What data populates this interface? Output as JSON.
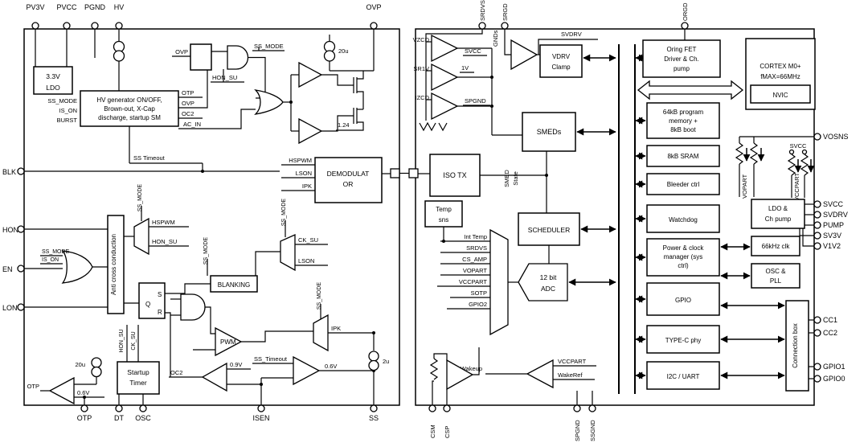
{
  "colors": {
    "line": "#000000",
    "background": "#ffffff"
  },
  "left": {
    "pins": {
      "pv3v": "PV3V",
      "pvcc": "PVCC",
      "pgnd": "PGND",
      "hv": "HV",
      "ovp": "OVP",
      "blk": "BLK",
      "hon": "HON",
      "en": "EN",
      "lon": "LON",
      "otp": "OTP",
      "dt": "DT",
      "osc": "OSC",
      "isen": "ISEN",
      "ss": "SS"
    },
    "blocks": {
      "ldo_l1": "3.3V",
      "ldo_l2": "LDO",
      "hvgen_l1": "HV generator ON/OFF,",
      "hvgen_l2": "Brown-out, X-Cap",
      "hvgen_l3": "discharge, startup SM",
      "anti": "Anti cross conduction",
      "blanking": "BLANKING",
      "demod_l1": "DEMODULAT",
      "demod_l2": "OR",
      "startup_l1": "Startup",
      "startup_l2": "Timer"
    },
    "signals": {
      "ss_mode": "SS_MODE",
      "is_on": "IS_ON",
      "burst": "BURST",
      "otp": "OTP",
      "ovp": "OVP",
      "oc2": "OC2",
      "ac_in": "AC_IN",
      "ss_timeout_sp": "SS Timeout",
      "ss_timeout": "SS_Timeout",
      "hon_su": "HON_SU",
      "hspwm": "HSPWM",
      "lson": "LSON",
      "ipk": "IPK",
      "ck_su": "CK_SU",
      "pwm": "PWM",
      "q": "Q",
      "s": "S",
      "r": "R"
    },
    "values": {
      "i20u": "20u",
      "i2u": "2u",
      "v124": "1.24",
      "v06": "0.6V",
      "v09": "0.9V"
    }
  },
  "right": {
    "pins": {
      "srdvs": "SRDVS",
      "srgd": "SRGD",
      "orgd": "ORGD",
      "vosns": "VOSNS",
      "svcc": "SVCC",
      "svdrv": "SVDRV",
      "pump": "PUMP",
      "sv3v": "SV3V",
      "v1v2": "V1V2",
      "cc1": "CC1",
      "cc2": "CC2",
      "gpio1": "GPIO1",
      "gpio0": "GPIO0",
      "csm": "CSM",
      "csp": "CSP",
      "spgnd": "SPGND",
      "ssgnd": "SSGND"
    },
    "blocks": {
      "vdrv_l1": "VDRV",
      "vdrv_l2": "Clamp",
      "smeds": "SMEDs",
      "isotx": "ISO TX",
      "temp_l1": "Temp",
      "temp_l2": "sns",
      "scheduler": "SCHEDULER",
      "adc_l1": "12 bit",
      "adc_l2": "ADC",
      "oring_l1": "Oring FET",
      "oring_l2": "Driver & Ch.",
      "oring_l3": "pump",
      "cortex_l1": "CORTEX M0+",
      "cortex_l2": "fMAX=66MHz",
      "nvic": "NVIC",
      "mem_l1": "64kB program",
      "mem_l2": "memory +",
      "mem_l3": "8kB boot",
      "sram": "8kB SRAM",
      "bleeder": "Bleeder ctrl",
      "watchdog": "Watchdog",
      "pwr_l1": "Power & clock",
      "pwr_l2": "manager (sys",
      "pwr_l3": "ctrl)",
      "gpio": "GPIO",
      "typec": "TYPE-C phy",
      "i2c": "I2C / UART",
      "ldoch_l1": "LDO &",
      "ldoch_l2": "Ch pump",
      "clk": "66kHz clk",
      "oscpll_l1": "OSC &",
      "oscpll_l2": "PLL",
      "connbox": "Connection box"
    },
    "signals": {
      "vzcd": "VZCD",
      "svcc": "SVCC",
      "sr1v": "SR1V",
      "v1": "1V",
      "izcd": "IZCD",
      "spgnd": "SPGND",
      "gnds": "GNDs",
      "svdrv": "SVDRV",
      "smed": "SMED",
      "state": "State",
      "int_temp": "Int Temp",
      "srdvs": "SRDVS",
      "cs_amp": "CS_AMP",
      "vopart": "VOPART",
      "vccpart": "VCCPART",
      "sotp": "SOTP",
      "gpio2": "GPIO2",
      "wakeup": "Wakeup",
      "wakeref": "WakeRef"
    }
  }
}
